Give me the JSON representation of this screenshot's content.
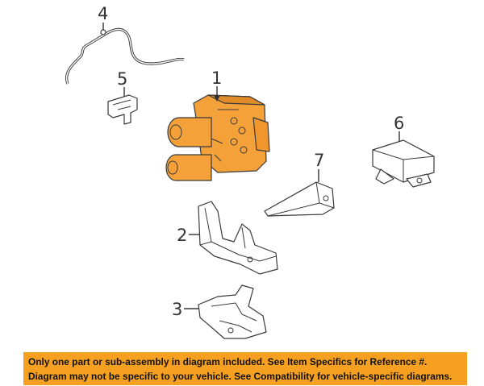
{
  "diagram": {
    "callouts": [
      "1",
      "2",
      "3",
      "4",
      "5",
      "6",
      "7"
    ],
    "highlight_color": "#f4a13a"
  },
  "banner": {
    "line1": "Only one part or sub-assembly in diagram included. See Item Specifics for Reference #.",
    "line2": "Diagram may not be specific to your vehicle. See Compatibility for vehicle-specific diagrams.",
    "background": "#f6a021",
    "text_color": "#111111"
  }
}
